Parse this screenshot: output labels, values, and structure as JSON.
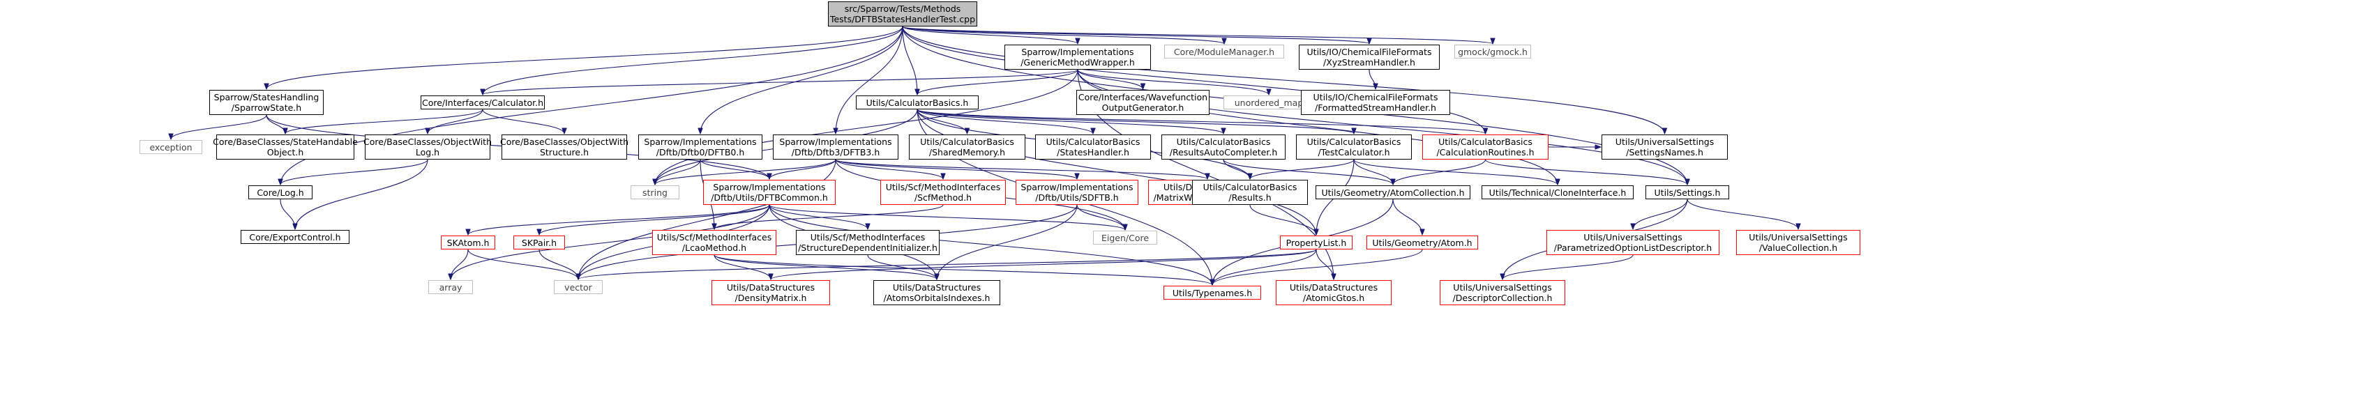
{
  "nodes": [
    {
      "id": "root",
      "lines": [
        "src/Sparrow/Tests/Methods",
        "Tests/DFTBStatesHandlerTest.cpp"
      ],
      "style": "root"
    },
    {
      "id": "gmw",
      "lines": [
        "Sparrow/Implementations",
        "/GenericMethodWrapper.h"
      ],
      "style": "normal"
    },
    {
      "id": "modmgr",
      "lines": [
        "Core/ModuleManager.h"
      ],
      "style": "grey"
    },
    {
      "id": "xyz",
      "lines": [
        "Utils/IO/ChemicalFileFormats",
        "/XyzStreamHandler.h"
      ],
      "style": "normal"
    },
    {
      "id": "gmock",
      "lines": [
        "gmock/gmock.h"
      ],
      "style": "grey"
    },
    {
      "id": "sparrowstate",
      "lines": [
        "Sparrow/StatesHandling",
        "/SparrowState.h"
      ],
      "style": "normal"
    },
    {
      "id": "calcif",
      "lines": [
        "Core/Interfaces/Calculator.h"
      ],
      "style": "normal"
    },
    {
      "id": "calcbasics",
      "lines": [
        "Utils/CalculatorBasics.h"
      ],
      "style": "normal"
    },
    {
      "id": "wfog",
      "lines": [
        "Core/Interfaces/Wavefunction",
        "OutputGenerator.h"
      ],
      "style": "normal"
    },
    {
      "id": "umap",
      "lines": [
        "unordered_map"
      ],
      "style": "grey"
    },
    {
      "id": "fsh",
      "lines": [
        "Utils/IO/ChemicalFileFormats",
        "/FormattedStreamHandler.h"
      ],
      "style": "normal"
    },
    {
      "id": "exception",
      "lines": [
        "exception"
      ],
      "style": "grey"
    },
    {
      "id": "statehand",
      "lines": [
        "Core/BaseClasses/StateHandable",
        "Object.h"
      ],
      "style": "normal"
    },
    {
      "id": "objlog",
      "lines": [
        "Core/BaseClasses/ObjectWith",
        "Log.h"
      ],
      "style": "normal"
    },
    {
      "id": "objstruct",
      "lines": [
        "Core/BaseClasses/ObjectWith",
        "Structure.h"
      ],
      "style": "normal"
    },
    {
      "id": "dftb0",
      "lines": [
        "Sparrow/Implementations",
        "/Dftb/Dftb0/DFTB0.h"
      ],
      "style": "normal"
    },
    {
      "id": "dftb3",
      "lines": [
        "Sparrow/Implementations",
        "/Dftb/Dftb3/DFTB3.h"
      ],
      "style": "normal"
    },
    {
      "id": "sharedmem",
      "lines": [
        "Utils/CalculatorBasics",
        "/SharedMemory.h"
      ],
      "style": "normal"
    },
    {
      "id": "stateshandler",
      "lines": [
        "Utils/CalculatorBasics",
        "/StatesHandler.h"
      ],
      "style": "normal"
    },
    {
      "id": "resauto",
      "lines": [
        "Utils/CalculatorBasics",
        "/ResultsAutoCompleter.h"
      ],
      "style": "normal"
    },
    {
      "id": "testcalc",
      "lines": [
        "Utils/CalculatorBasics",
        "/TestCalculator.h"
      ],
      "style": "normal"
    },
    {
      "id": "calcroutines",
      "lines": [
        "Utils/CalculatorBasics",
        "/CalculationRoutines.h"
      ],
      "style": "red"
    },
    {
      "id": "settingsnames",
      "lines": [
        "Utils/UniversalSettings",
        "/SettingsNames.h"
      ],
      "style": "normal"
    },
    {
      "id": "string",
      "lines": [
        "string"
      ],
      "style": "grey"
    },
    {
      "id": "dftbcommon",
      "lines": [
        "Sparrow/Implementations",
        "/Dftb/Utils/DFTBCommon.h"
      ],
      "style": "red"
    },
    {
      "id": "scfmethod",
      "lines": [
        "Utils/Scf/MethodInterfaces",
        "/ScfMethod.h"
      ],
      "style": "red"
    },
    {
      "id": "sdftb",
      "lines": [
        "Sparrow/Implementations",
        "/Dftb/Utils/SDFTB.h"
      ],
      "style": "red"
    },
    {
      "id": "matderiv",
      "lines": [
        "Utils/DataStructures",
        "/MatrixWithDerivatives.h"
      ],
      "style": "red"
    },
    {
      "id": "corelog",
      "lines": [
        "Core/Log.h"
      ],
      "style": "normal"
    },
    {
      "id": "results",
      "lines": [
        "Utils/CalculatorBasics",
        "/Results.h"
      ],
      "style": "normal"
    },
    {
      "id": "atomcoll",
      "lines": [
        "Utils/Geometry/AtomCollection.h"
      ],
      "style": "normal"
    },
    {
      "id": "clone",
      "lines": [
        "Utils/Technical/CloneInterface.h"
      ],
      "style": "normal"
    },
    {
      "id": "settings",
      "lines": [
        "Utils/Settings.h"
      ],
      "style": "normal"
    },
    {
      "id": "eigen",
      "lines": [
        "Eigen/Core"
      ],
      "style": "grey"
    },
    {
      "id": "exportctl",
      "lines": [
        "Core/ExportControl.h"
      ],
      "style": "normal"
    },
    {
      "id": "skatom",
      "lines": [
        "SKAtom.h"
      ],
      "style": "red"
    },
    {
      "id": "skpair",
      "lines": [
        "SKPair.h"
      ],
      "style": "red"
    },
    {
      "id": "lcao",
      "lines": [
        "Utils/Scf/MethodInterfaces",
        "/LcaoMethod.h"
      ],
      "style": "red"
    },
    {
      "id": "sdi",
      "lines": [
        "Utils/Scf/MethodInterfaces",
        "/StructureDependentInitializer.h"
      ],
      "style": "normal"
    },
    {
      "id": "proplist",
      "lines": [
        "PropertyList.h"
      ],
      "style": "red"
    },
    {
      "id": "geomatom",
      "lines": [
        "Utils/Geometry/Atom.h"
      ],
      "style": "red"
    },
    {
      "id": "podl",
      "lines": [
        "Utils/UniversalSettings",
        "/ParametrizedOptionListDescriptor.h"
      ],
      "style": "red"
    },
    {
      "id": "valcoll",
      "lines": [
        "Utils/UniversalSettings",
        "/ValueCollection.h"
      ],
      "style": "red"
    },
    {
      "id": "array",
      "lines": [
        "array"
      ],
      "style": "grey"
    },
    {
      "id": "vector",
      "lines": [
        "vector"
      ],
      "style": "grey"
    },
    {
      "id": "densmat",
      "lines": [
        "Utils/DataStructures",
        "/DensityMatrix.h"
      ],
      "style": "red"
    },
    {
      "id": "aoi",
      "lines": [
        "Utils/DataStructures",
        "/AtomsOrbitalsIndexes.h"
      ],
      "style": "normal"
    },
    {
      "id": "typenames",
      "lines": [
        "Utils/Typenames.h"
      ],
      "style": "red"
    },
    {
      "id": "atomicgtos",
      "lines": [
        "Utils/DataStructures",
        "/AtomicGtos.h"
      ],
      "style": "red"
    },
    {
      "id": "desccoll",
      "lines": [
        "Utils/UniversalSettings",
        "/DescriptorCollection.h"
      ],
      "style": "red"
    }
  ],
  "edges": [
    [
      "root",
      "gmw"
    ],
    [
      "root",
      "modmgr"
    ],
    [
      "root",
      "xyz"
    ],
    [
      "root",
      "gmock"
    ],
    [
      "root",
      "sparrowstate"
    ],
    [
      "root",
      "calcif"
    ],
    [
      "root",
      "calcbasics"
    ],
    [
      "root",
      "dftb0"
    ],
    [
      "root",
      "dftb3"
    ],
    [
      "root",
      "settingsnames"
    ],
    [
      "root",
      "settings"
    ],
    [
      "root",
      "corelog"
    ],
    [
      "root",
      "calcroutines"
    ],
    [
      "gmw",
      "calcif"
    ],
    [
      "gmw",
      "calcbasics"
    ],
    [
      "gmw",
      "wfog"
    ],
    [
      "gmw",
      "umap"
    ],
    [
      "gmw",
      "settings"
    ],
    [
      "gmw",
      "clone"
    ],
    [
      "gmw",
      "atomicgtos"
    ],
    [
      "gmw",
      "string"
    ],
    [
      "xyz",
      "fsh"
    ],
    [
      "sparrowstate",
      "exception"
    ],
    [
      "sparrowstate",
      "statehand"
    ],
    [
      "sparrowstate",
      "dftbcommon"
    ],
    [
      "calcif",
      "statehand"
    ],
    [
      "calcif",
      "objlog"
    ],
    [
      "calcif",
      "objstruct"
    ],
    [
      "calcbasics",
      "sharedmem"
    ],
    [
      "calcbasics",
      "stateshandler"
    ],
    [
      "calcbasics",
      "resauto"
    ],
    [
      "calcbasics",
      "testcalc"
    ],
    [
      "calcbasics",
      "calcroutines"
    ],
    [
      "calcbasics",
      "results"
    ],
    [
      "calcbasics",
      "proplist"
    ],
    [
      "calcbasics",
      "typenames"
    ],
    [
      "calcbasics",
      "string"
    ],
    [
      "objlog",
      "corelog"
    ],
    [
      "objlog",
      "exportctl"
    ],
    [
      "corelog",
      "exportctl"
    ],
    [
      "dftb0",
      "dftbcommon"
    ],
    [
      "dftb0",
      "string"
    ],
    [
      "dftb0",
      "lcao"
    ],
    [
      "dftb3",
      "string"
    ],
    [
      "dftb3",
      "dftbcommon"
    ],
    [
      "dftb3",
      "scfmethod"
    ],
    [
      "dftb3",
      "sdftb"
    ],
    [
      "dftb3",
      "matderiv"
    ],
    [
      "dftb3",
      "eigen"
    ],
    [
      "dftb3",
      "vector"
    ],
    [
      "resauto",
      "results"
    ],
    [
      "resauto",
      "atomcoll"
    ],
    [
      "testcalc",
      "results"
    ],
    [
      "testcalc",
      "atomcoll"
    ],
    [
      "testcalc",
      "clone"
    ],
    [
      "testcalc",
      "proplist"
    ],
    [
      "calcroutines",
      "atomcoll"
    ],
    [
      "calcroutines",
      "settings"
    ],
    [
      "calcroutines",
      "settingsnames"
    ],
    [
      "results",
      "proplist"
    ],
    [
      "atomcoll",
      "geomatom"
    ],
    [
      "atomcoll",
      "typenames"
    ],
    [
      "settings",
      "podl"
    ],
    [
      "settings",
      "valcoll"
    ],
    [
      "settings",
      "desccoll"
    ],
    [
      "dftbcommon",
      "skatom"
    ],
    [
      "dftbcommon",
      "skpair"
    ],
    [
      "dftbcommon",
      "sdi"
    ],
    [
      "dftbcommon",
      "eigen"
    ],
    [
      "dftbcommon",
      "vector"
    ],
    [
      "dftbcommon",
      "array"
    ],
    [
      "dftbcommon",
      "typenames"
    ],
    [
      "dftbcommon",
      "aoi"
    ],
    [
      "scfmethod",
      "lcao"
    ],
    [
      "sdftb",
      "eigen"
    ],
    [
      "sdftb",
      "vector"
    ],
    [
      "sdftb",
      "aoi"
    ],
    [
      "skatom",
      "array"
    ],
    [
      "skatom",
      "vector"
    ],
    [
      "skpair",
      "vector"
    ],
    [
      "lcao",
      "densmat"
    ],
    [
      "lcao",
      "aoi"
    ],
    [
      "lcao",
      "typenames"
    ],
    [
      "sdi",
      "aoi"
    ],
    [
      "proplist",
      "typenames"
    ],
    [
      "proplist",
      "vector"
    ],
    [
      "proplist",
      "densmat"
    ],
    [
      "proplist",
      "atomicgtos"
    ],
    [
      "geomatom",
      "typenames"
    ],
    [
      "podl",
      "desccoll"
    ]
  ]
}
